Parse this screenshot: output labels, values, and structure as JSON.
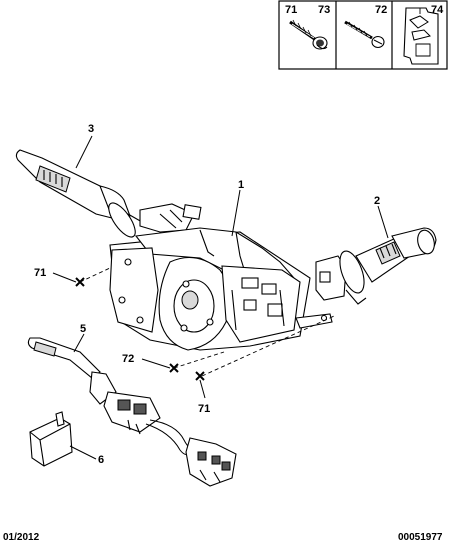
{
  "hardware_box": {
    "labels": [
      {
        "key": "n71",
        "text": "71"
      },
      {
        "key": "n73",
        "text": "73"
      },
      {
        "key": "n72",
        "text": "72"
      },
      {
        "key": "n74",
        "text": "74"
      }
    ]
  },
  "callouts": {
    "c1": "1",
    "c2": "2",
    "c3": "3",
    "c5": "5",
    "c6": "6",
    "c71a": "71",
    "c72": "72",
    "c71b": "71"
  },
  "footer": {
    "date": "01/2012",
    "reference": "00051977"
  }
}
